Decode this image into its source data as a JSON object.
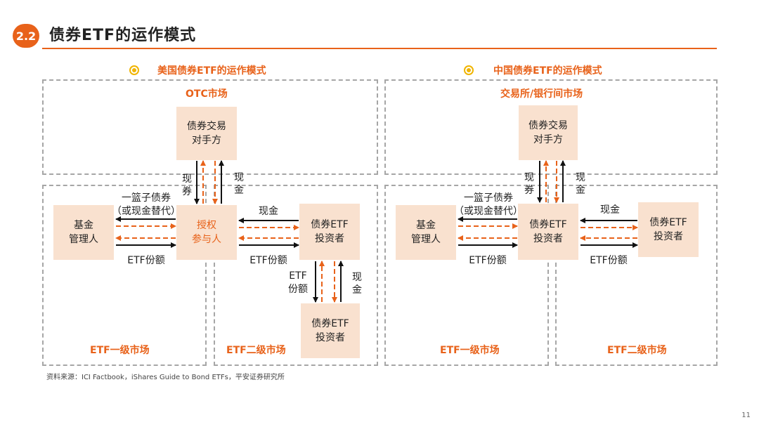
{
  "header": {
    "section_number": "2.2",
    "title": "债券ETF的运作模式"
  },
  "colors": {
    "accent": "#e8621a",
    "node_fill": "#f9e1cf",
    "dashed_border": "#a6a6a6",
    "bullet": "#f0b400"
  },
  "us": {
    "title": "美国债券ETF的运作模式",
    "otc_label": "OTC市场",
    "primary_label": "ETF一级市场",
    "secondary_label": "ETF二级市场",
    "counterparty": "债券交易\n对手方",
    "fund_manager": "基金\n管理人",
    "ap": "授权\n参与人",
    "investor1": "债券ETF\n投资者",
    "investor2": "债券ETF\n投资者",
    "lbl_basket": "一篮子债券\n（或现金替代）",
    "lbl_etf_shares_left": "ETF份额",
    "lbl_cash_mid": "现金",
    "lbl_etf_shares_mid": "ETF份额",
    "lbl_cash_bonds": "现券",
    "lbl_cash_top": "现金",
    "lbl_etf_shares_v": "ETF\n份额",
    "lbl_cash_v": "现金"
  },
  "cn": {
    "title": "中国债券ETF的运作模式",
    "interbank_label": "交易所/银行间市场",
    "primary_label": "ETF一级市场",
    "secondary_label": "ETF二级市场",
    "counterparty": "债券交易\n对手方",
    "fund_manager": "基金\n管理人",
    "investor_mid": "债券ETF\n投资者",
    "investor_right": "债券ETF\n投资者",
    "lbl_basket": "一篮子债券\n（或现金替代）",
    "lbl_etf_shares_left": "ETF份额",
    "lbl_cash_mid": "现金",
    "lbl_etf_shares_mid": "ETF份额",
    "lbl_cash_bonds": "现券",
    "lbl_cash_top": "现金"
  },
  "footer": {
    "source": "资料来源：ICI Factbook，iShares Guide to Bond ETFs，平安证券研究所",
    "page": "11"
  }
}
